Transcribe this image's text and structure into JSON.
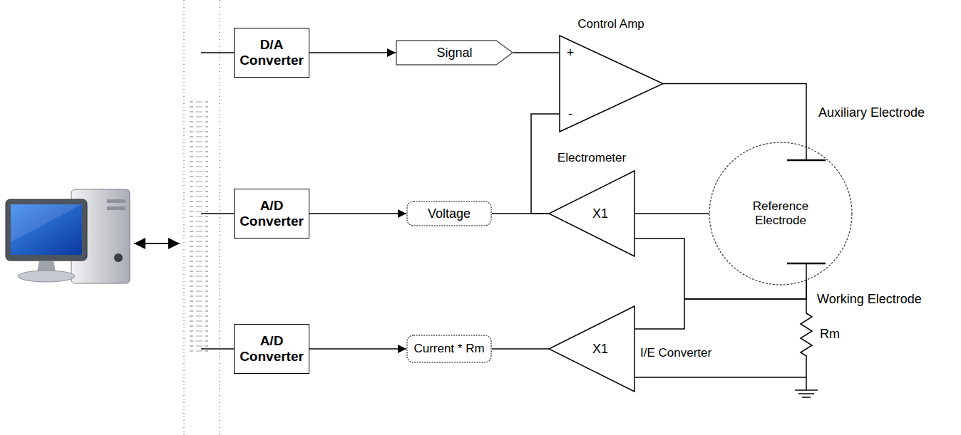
{
  "diagram": {
    "nodes": [
      {
        "text": [
          "D/A Converter"
        ]
      },
      {
        "text": [
          "Signal"
        ]
      },
      {
        "text": [
          "Control Amp",
          "+",
          "-"
        ]
      },
      {
        "text": [
          "Reference Electrode"
        ]
      },
      {
        "text": [
          "A/D Converter"
        ]
      },
      {
        "text": [
          "Voltage"
        ]
      },
      {
        "text": [
          "Electrometer",
          "X1"
        ]
      },
      {
        "text": [
          "A/D Converter"
        ]
      },
      {
        "text": [
          "Current * Rm"
        ]
      },
      {
        "text": [
          "X1",
          "I/E Converter"
        ]
      }
    ],
    "edges": [
      {
        "from": 0,
        "to": 1,
        "arrow": "to"
      },
      {
        "from": 1,
        "to": 2,
        "arrow": "none"
      },
      {
        "from": 4,
        "to": 5,
        "arrow": "to"
      },
      {
        "from": 6,
        "to": 5,
        "arrow": "none"
      },
      {
        "from": 6,
        "to": 2,
        "arrow": "none"
      },
      {
        "from": 2,
        "to": 3,
        "arrow": "none"
      },
      {
        "from": 3,
        "to": 6,
        "arrow": "none"
      },
      {
        "from": 3,
        "to": 6,
        "arrow": "none"
      },
      {
        "from": 3,
        "to": 9,
        "arrow": "none"
      },
      {
        "from": 7,
        "to": 8,
        "arrow": "to"
      },
      {
        "from": 9,
        "to": 8,
        "arrow": "none"
      }
    ],
    "labels": [
      "Auxiliary Electrode",
      "Working Electrode",
      "Rm"
    ]
  }
}
